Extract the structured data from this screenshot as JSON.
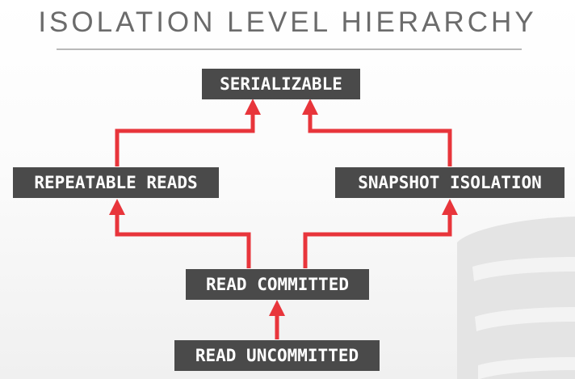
{
  "title": "ISOLATION LEVEL HIERARCHY",
  "colors": {
    "arrow": "#e8353b",
    "node_background": "#4a4a4a",
    "node_text": "#ffffff",
    "title_text": "#6b6b6b"
  },
  "nodes": {
    "serializable": "SERIALIZABLE",
    "repeatable_reads": "REPEATABLE READS",
    "snapshot_isolation": "SNAPSHOT ISOLATION",
    "read_committed": "READ COMMITTED",
    "read_uncommitted": "READ UNCOMMITTED"
  },
  "edges": [
    {
      "from": "read_uncommitted",
      "to": "read_committed"
    },
    {
      "from": "read_committed",
      "to": "repeatable_reads"
    },
    {
      "from": "read_committed",
      "to": "snapshot_isolation"
    },
    {
      "from": "repeatable_reads",
      "to": "serializable"
    },
    {
      "from": "snapshot_isolation",
      "to": "serializable"
    }
  ]
}
